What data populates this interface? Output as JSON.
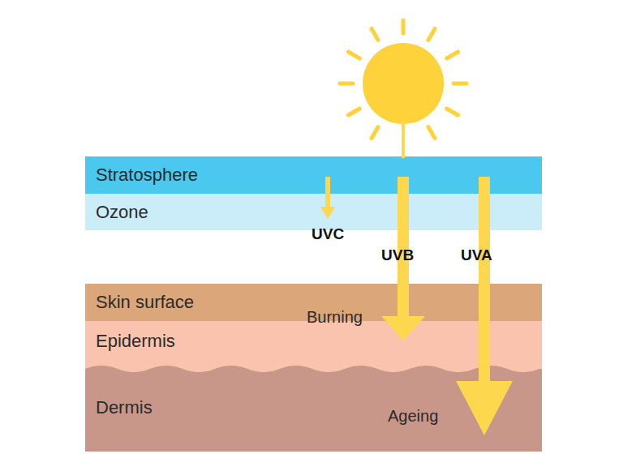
{
  "diagram": {
    "nodes": [
      {
        "text": [
          "Stratosphere"
        ]
      },
      {
        "text": [
          "Ozone"
        ]
      },
      {
        "text": [
          "Skin surface"
        ]
      },
      {
        "text": [
          "Epidermis"
        ]
      },
      {
        "text": [
          "Dermis"
        ]
      }
    ],
    "labels": [
      "UVC",
      "UVB",
      "UVA",
      "Burning",
      "Ageing"
    ]
  }
}
